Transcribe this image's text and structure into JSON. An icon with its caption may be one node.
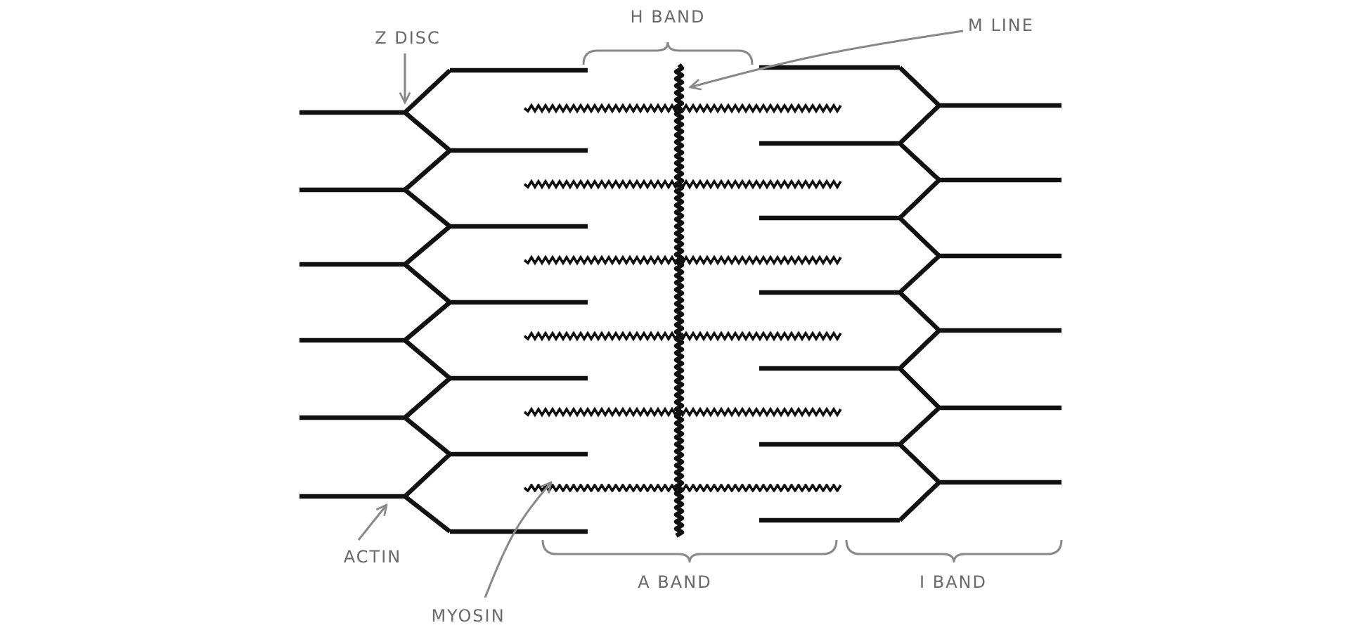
{
  "diagram": {
    "nodes": [
      {
        "text": [
          "Z DISC"
        ]
      },
      {
        "text": [],
        "shape": "line"
      },
      {
        "text": [
          "M LINE"
        ]
      },
      {
        "text": [],
        "shape": "line"
      },
      {
        "text": [
          "ACTIN"
        ]
      },
      {
        "text": [],
        "shape": "line"
      },
      {
        "text": [
          "MYOSIN"
        ]
      },
      {
        "text": [],
        "shape": "line"
      }
    ],
    "edges": [
      {
        "from": 0,
        "to": 1,
        "arrow": "to"
      },
      {
        "from": 2,
        "to": 3,
        "arrow": "to"
      },
      {
        "from": 4,
        "to": 5,
        "arrow": "to"
      },
      {
        "from": 6,
        "to": 7,
        "arrow": "to"
      }
    ],
    "labels": [
      "H BAND",
      "A BAND",
      "I BAND"
    ]
  }
}
